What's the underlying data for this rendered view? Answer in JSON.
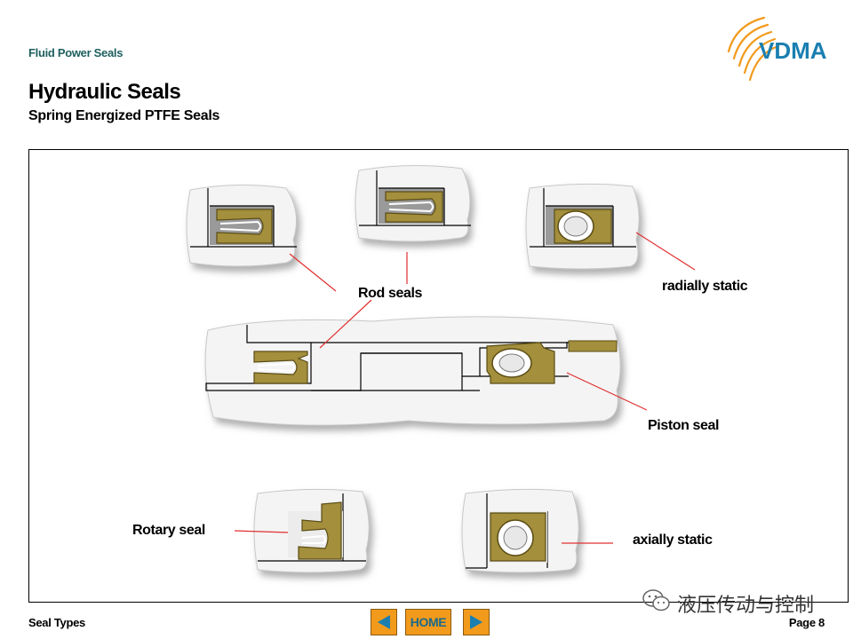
{
  "header": {
    "section": "Fluid Power Seals",
    "title": "Hydraulic Seals",
    "subtitle": "Spring Energized PTFE Seals",
    "logo_text": "VDMA"
  },
  "diagram": {
    "labels": {
      "rod_seals": "Rod seals",
      "radially_static": "radially static",
      "piston_seal": "Piston seal",
      "rotary_seal": "Rotary seal",
      "axially_static": "axially static"
    }
  },
  "footer": {
    "left": "Seal Types",
    "home_label": "HOME",
    "page": "Page 8"
  },
  "watermark": {
    "text": "液压传动与控制"
  },
  "colors": {
    "seal": "#a38f3c",
    "seal_dark": "#5a4c14",
    "nav_button": "#f29a1c",
    "nav_arrow": "#1a7fb0",
    "header_teal": "#1f5f5f",
    "logo_blue": "#1a7fb0",
    "logo_orange": "#f29a1c"
  },
  "icons": [
    "prev-arrow-icon",
    "next-arrow-icon",
    "wechat-icon"
  ]
}
